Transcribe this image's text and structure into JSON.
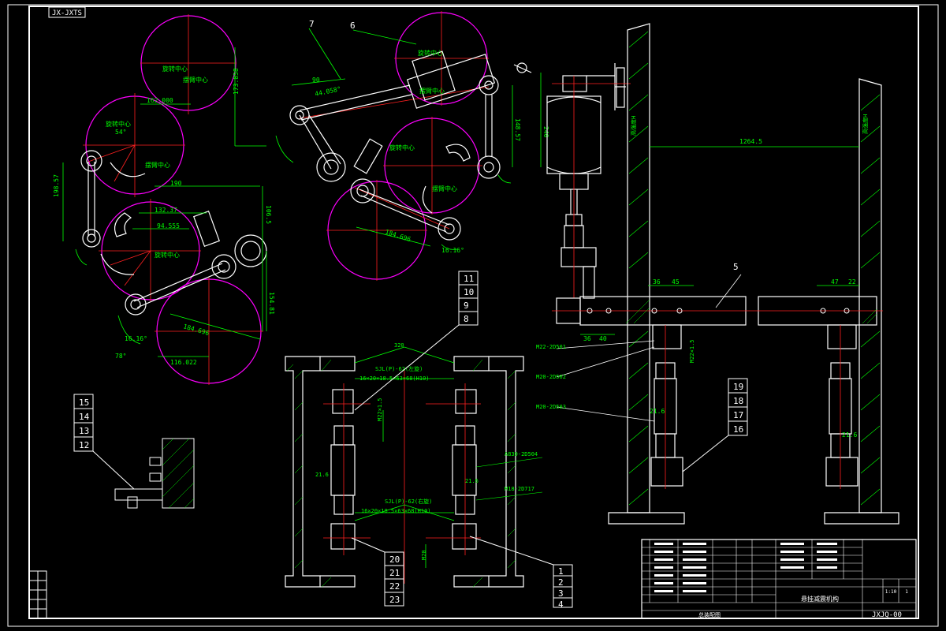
{
  "drawing": {
    "sheet_code": "JX-JXTS",
    "drawing_number": "JXJQ-00"
  },
  "colors": {
    "background": "#000000",
    "outline": "#ffffff",
    "green": "#00ff00",
    "red": "#ff2020",
    "magenta": "#ff00ff",
    "yellow": "#ffff00",
    "cyan": "#00ffff"
  },
  "callouts": {
    "top_left_stack": [
      "15",
      "14",
      "13",
      "12"
    ],
    "middle_upper_stack": [
      "11",
      "10",
      "9",
      "8"
    ],
    "middle_lower_stack": [
      "20",
      "21",
      "22",
      "23"
    ],
    "middle_right_stack": [
      "1",
      "2",
      "3",
      "4"
    ],
    "right_stack": [
      "19",
      "18",
      "17",
      "16"
    ],
    "arm_labels": [
      "7",
      "6"
    ],
    "beam_label": "5"
  },
  "dimensions": {
    "d_190": "190",
    "d_132": "132.37",
    "d_94": "94.555",
    "d_106": "106.5",
    "d_198": "198.57",
    "d_154": "154.81",
    "d_173": "173.858",
    "d_162": "162.000",
    "d_116": "116.022",
    "d_184": "184.696",
    "d_90": "90",
    "d_240": "240",
    "d_148": "148.57",
    "d_1264": "1264.5",
    "d_320": "320",
    "d_36": "36",
    "d_40": "40",
    "d_45": "45",
    "d_47": "47",
    "d_22": "22",
    "d_ang_54": "54°",
    "d_ang_78": "78°",
    "d_ang_44": "44.058°",
    "d_ang_16a": "16.16°",
    "d_ang_16b": "16.16°"
  },
  "labels": {
    "center_label": "旋转中心",
    "center_label_2": "摆臂中心",
    "spec_left": "SJL(P)-62(左旋)",
    "spec_left_detail": "16×20×18.5×63×68(H10)",
    "spec_right": "SJL(P)-62(右旋)",
    "spec_right_detail": "16×20×18.5×63×68(H10)",
    "part_m20": "M20",
    "part_m22": "M22×1.5",
    "thread_a": "M22-2D501",
    "thread_b": "M20-2D502",
    "thread_c": "M20-2D503",
    "thread_d": "A830-2D504",
    "thread_e": "M18-2D717",
    "post_left": "高强度H",
    "post_right": "高强度H",
    "rod_l": "21.6",
    "rod_r": "21.6"
  },
  "title_block": {
    "title": "悬挂减震机构",
    "sub": "总装配图",
    "scale": "1:10",
    "sheet": "1"
  }
}
